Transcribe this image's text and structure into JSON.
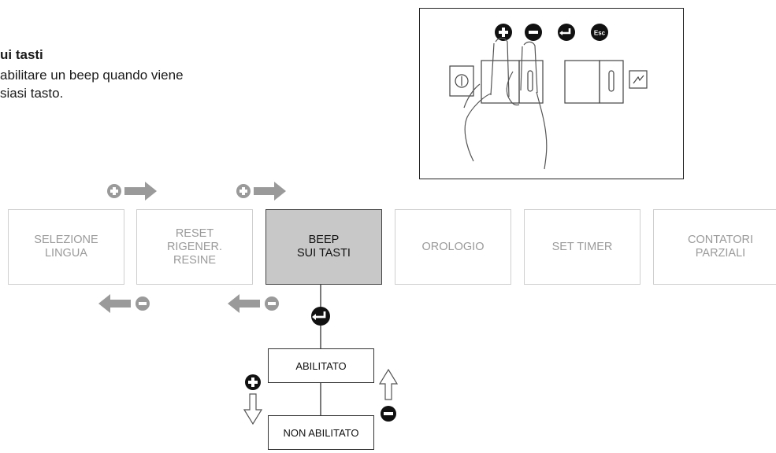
{
  "section": {
    "heading": "ui tasti",
    "description_lines": [
      "abilitare un beep quando viene",
      "siasi tasto."
    ]
  },
  "keypad": {
    "keys": [
      "plus-key",
      "minus-key",
      "enter-key",
      "esc-key"
    ],
    "esc_label": "Esc"
  },
  "menu": {
    "items": [
      {
        "label": "SELEZIONE\nLINGUA",
        "active": false
      },
      {
        "label": "RESET\nRIGENER.\nRESINE",
        "active": false
      },
      {
        "label": "BEEP\nSUI TASTI",
        "active": true
      },
      {
        "label": "OROLOGIO",
        "active": false
      },
      {
        "label": "SET TIMER",
        "active": false
      },
      {
        "label": "CONTATORI\nPARZIALI",
        "active": false
      }
    ]
  },
  "submenu": {
    "options": [
      "ABILITATO",
      "NON ABILITATO"
    ]
  },
  "colors": {
    "nav_gray": "#9a9a9a",
    "active_fill": "#c8c8c8",
    "key_black": "#111111"
  }
}
